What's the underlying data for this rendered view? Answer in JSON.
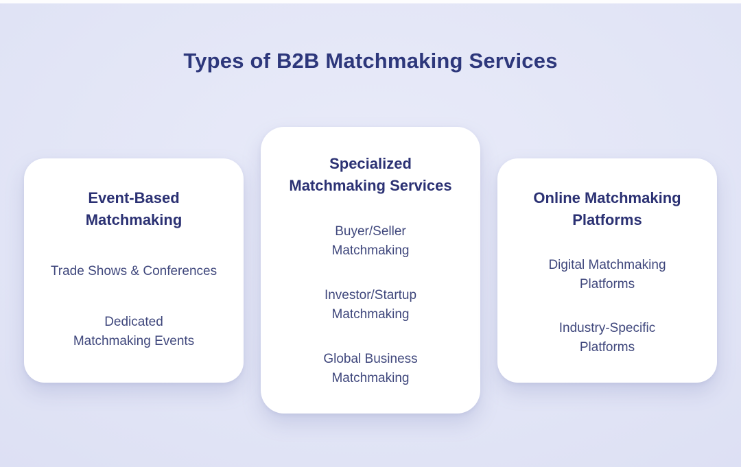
{
  "page": {
    "title": "Types of B2B Matchmaking Services",
    "colors": {
      "background": "#e2e5f6",
      "top_strip": "#fdfdfe",
      "card_background": "#ffffff",
      "title_text": "#2d377b",
      "card_heading_text": "#2b3173",
      "card_body_text": "#3f477c"
    }
  },
  "cards": [
    {
      "title": [
        "Event-Based",
        "Matchmaking"
      ],
      "items": [
        [
          "Trade Shows & Conferences"
        ],
        [
          "Dedicated",
          "Matchmaking Events"
        ]
      ]
    },
    {
      "title": [
        "Specialized",
        "Matchmaking Services"
      ],
      "items": [
        [
          "Buyer/Seller",
          "Matchmaking"
        ],
        [
          "Investor/Startup",
          "Matchmaking"
        ],
        [
          "Global Business",
          "Matchmaking"
        ]
      ]
    },
    {
      "title": [
        "Online Matchmaking",
        "Platforms"
      ],
      "items": [
        [
          "Digital Matchmaking",
          "Platforms"
        ],
        [
          "Industry-Specific",
          "Platforms"
        ]
      ]
    }
  ]
}
